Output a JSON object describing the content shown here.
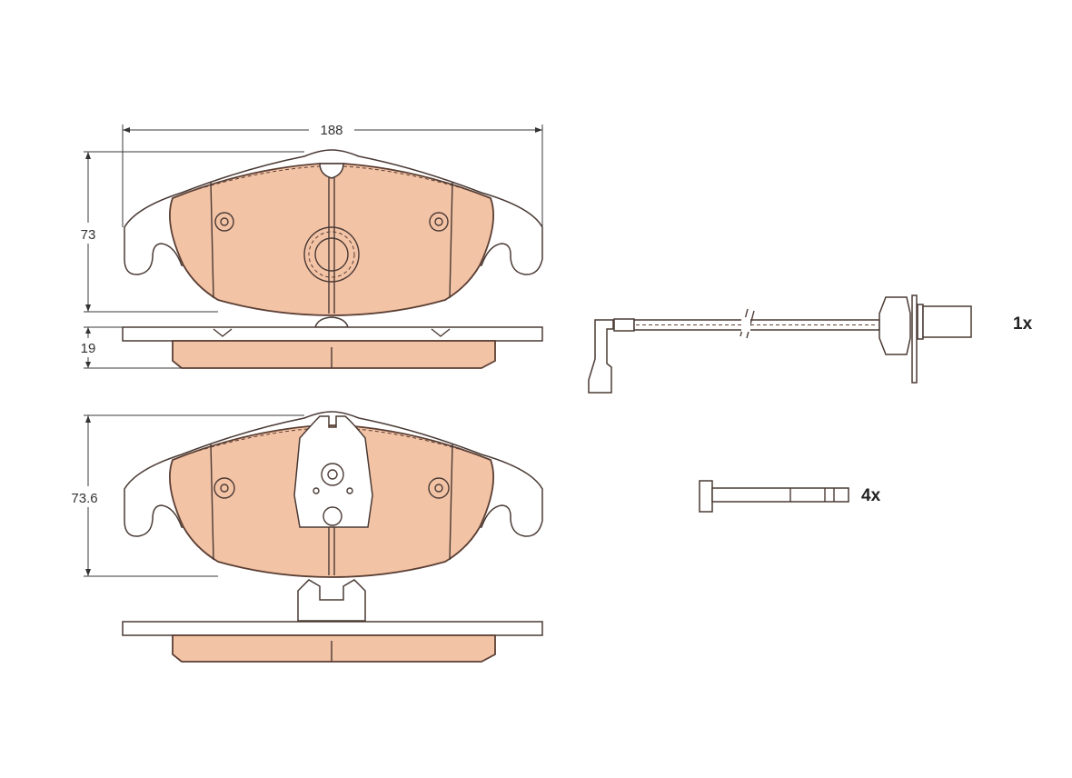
{
  "dimensions": {
    "width": "188",
    "height_pad_1": "73",
    "thickness": "19",
    "height_pad_2": "73.6"
  },
  "accessories": {
    "wear_sensor_qty": "1x",
    "bolt_qty": "4x"
  },
  "colors": {
    "friction_material": "#f3c3a6",
    "outline": "#4a3a34"
  }
}
